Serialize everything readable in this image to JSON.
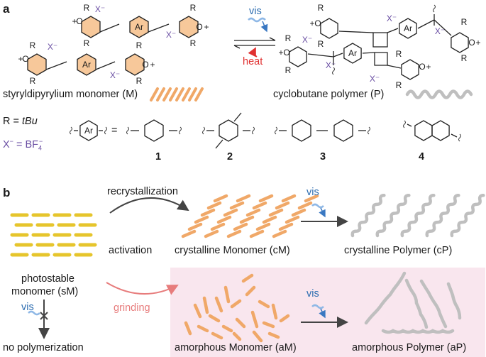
{
  "panels": {
    "a": "a",
    "b": "b"
  },
  "scheme_a": {
    "vis": "vis",
    "heat": "heat",
    "monomer_label": "styryldipyrylium monomer (M)",
    "polymer_label": "cyclobutane polymer (P)",
    "r_def_prefix": "R = ",
    "r_def_value": "tBu",
    "x_def_prefix": "X",
    "x_def_value": "= BF",
    "ar_eq": "=",
    "substituent_R": "R",
    "anion": "X⁻",
    "ring_atom": "O",
    "ar_label": "Ar",
    "compounds": [
      "1",
      "2",
      "3",
      "4"
    ]
  },
  "scheme_b": {
    "recrystallization": "recrystallization",
    "activation": "activation",
    "photostable": "photostable",
    "photostable_sm": "monomer (sM)",
    "grinding": "grinding",
    "vis": "vis",
    "no_polymerization": "no polymerization",
    "cM": "crystalline Monomer (cM)",
    "cP": "crystalline Polymer (cP)",
    "aM": "amorphous Monomer (aM)",
    "aP": "amorphous Polymer (aP)"
  },
  "colors": {
    "monomer_orange": "#f0a868",
    "sM_yellow": "#e6c52c",
    "polymer_grey": "#bfbfbf",
    "vis_blue": "#2b6cb0",
    "heat_red": "#e03131",
    "anion_purple": "#6a4fa3",
    "amorphous_bg": "#f9e6ee"
  }
}
